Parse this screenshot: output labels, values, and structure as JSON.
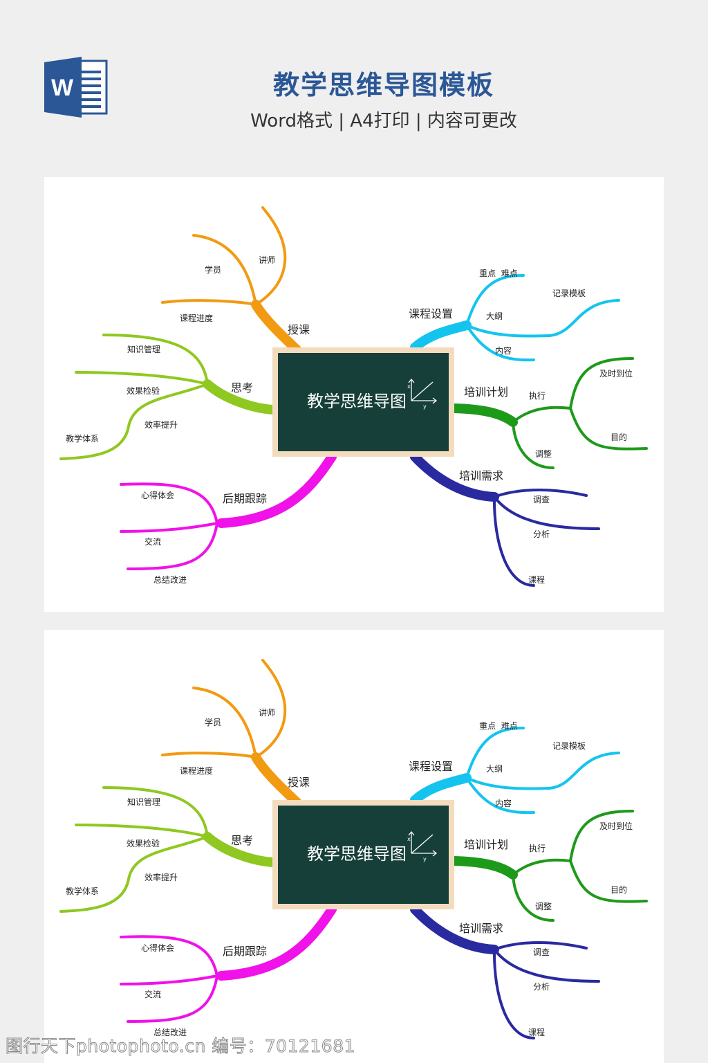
{
  "header": {
    "title": "教学思维导图模板",
    "subtitle": "Word格式 | A4打印 | 内容可更改",
    "logo_letter": "W"
  },
  "colors": {
    "title": "#2b5797",
    "board": "#163f39",
    "board_frame": "#f3dcbe"
  },
  "mindmap": {
    "center": "教学思维导图",
    "axis_x": "x",
    "axis_y": "y",
    "branches": [
      {
        "label": "授课",
        "color": "#f29a12",
        "children": [
          "讲师",
          "学员",
          "课程进度"
        ]
      },
      {
        "label": "思考",
        "color": "#8fc820",
        "children": [
          "知识管理",
          "效果检验",
          "效率提升",
          "教学体系"
        ]
      },
      {
        "label": "后期跟踪",
        "color": "#f012e8",
        "children": [
          "心得体会",
          "交流",
          "总结改进"
        ]
      },
      {
        "label": "课程设置",
        "color": "#14c4ee",
        "children": [
          "重点  难点",
          "记录模板",
          "大纲",
          "内容"
        ]
      },
      {
        "label": "培训计划",
        "color": "#1e9a1a",
        "children": [
          "执行",
          "调整",
          "及时到位",
          "目的"
        ]
      },
      {
        "label": "培训需求",
        "color": "#2a2aa0",
        "children": [
          "调查",
          "分析",
          "课程"
        ]
      }
    ]
  },
  "watermark": "图行天下photophoto.cn 编号：70121681"
}
